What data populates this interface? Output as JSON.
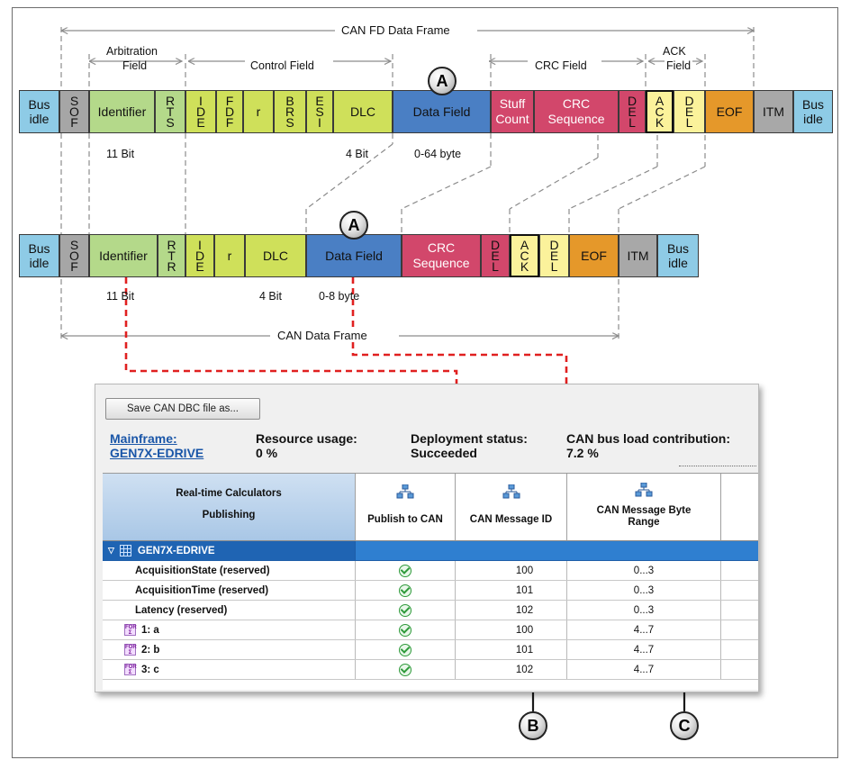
{
  "canfd": {
    "title": "CAN FD Data Frame",
    "arbitration_label": "Arbitration",
    "arbitration_label2": "Field",
    "control_label": "Control Field",
    "crc_label": "CRC Field",
    "ack_label": "ACK",
    "ack_label2": "Field",
    "bus_idle_left_1": "Bus",
    "bus_idle_left_2": "idle",
    "sof": [
      "S",
      "O",
      "F"
    ],
    "identifier": "Identifier",
    "rts": [
      "R",
      "T",
      "S"
    ],
    "ide": [
      "I",
      "D",
      "E"
    ],
    "fdf": [
      "F",
      "D",
      "F"
    ],
    "r": "r",
    "brs": [
      "B",
      "R",
      "S"
    ],
    "esi": [
      "E",
      "S",
      "I"
    ],
    "dlc": "DLC",
    "data_field": "Data Field",
    "stuff_count_1": "Stuff",
    "stuff_count_2": "Count",
    "crc_seq_1": "CRC",
    "crc_seq_2": "Sequence",
    "del": [
      "D",
      "E",
      "L"
    ],
    "ack": [
      "A",
      "C",
      "K"
    ],
    "del2": [
      "D",
      "E",
      "L"
    ],
    "eof": "EOF",
    "itm": "ITM",
    "bus_idle_right_1": "Bus",
    "bus_idle_right_2": "idle",
    "id_bits": "11 Bit",
    "dlc_bits": "4 Bit",
    "data_bytes": "0-64 byte"
  },
  "can": {
    "title": "CAN Data Frame",
    "bus_idle_left_1": "Bus",
    "bus_idle_left_2": "idle",
    "sof": [
      "S",
      "O",
      "F"
    ],
    "identifier": "Identifier",
    "rtr": [
      "R",
      "T",
      "R"
    ],
    "ide": [
      "I",
      "D",
      "E"
    ],
    "r": "r",
    "dlc": "DLC",
    "data_field": "Data Field",
    "crc_seq_1": "CRC",
    "crc_seq_2": "Sequence",
    "del": [
      "D",
      "E",
      "L"
    ],
    "ack": [
      "A",
      "C",
      "K"
    ],
    "del2": [
      "D",
      "E",
      "L"
    ],
    "eof": "EOF",
    "itm": "ITM",
    "bus_idle_right_1": "Bus",
    "bus_idle_right_2": "idle",
    "id_bits": "11 Bit",
    "dlc_bits": "4 Bit",
    "data_bytes": "0-8 byte"
  },
  "markers": {
    "a": "A",
    "b": "B",
    "c": "C"
  },
  "panel": {
    "save_button": "Save CAN DBC file as...",
    "mainframe_label": "Mainframe:",
    "mainframe_value": "GEN7X-EDRIVE",
    "resource_label": "Resource usage:",
    "resource_value": "0 %",
    "deployment_label": "Deployment status:",
    "deployment_value": "Succeeded",
    "busload_label": "CAN bus load contribution:",
    "busload_value": "7.2 %",
    "header_calc_1": "Real-time Calculators",
    "header_calc_2": "Publishing",
    "header_publish": "Publish to CAN",
    "header_msg_id": "CAN Message ID",
    "header_byte_range": "CAN Message Byte Range",
    "group_name": "GEN7X-EDRIVE",
    "rows": [
      {
        "name": "AcquisitionState (reserved)",
        "msg_id": "100",
        "range": "0...3",
        "icon": false
      },
      {
        "name": "AcquisitionTime (reserved)",
        "msg_id": "101",
        "range": "0...3",
        "icon": false
      },
      {
        "name": "Latency (reserved)",
        "msg_id": "102",
        "range": "0...3",
        "icon": false
      },
      {
        "name": "1: a",
        "msg_id": "100",
        "range": "4...7",
        "icon": true
      },
      {
        "name": "2: b",
        "msg_id": "101",
        "range": "4...7",
        "icon": true
      },
      {
        "name": "3: c",
        "msg_id": "102",
        "range": "4...7",
        "icon": true
      }
    ]
  },
  "colors": {
    "bus_idle": "#8ecbe6",
    "sof": "#a6a6a6",
    "identifier": "#b4d98a",
    "control": "#cfe05a",
    "data_field": "#4a7fc4",
    "crc": "#d2476b",
    "ack": "#fbf29b",
    "eof": "#e5982a",
    "itm": "#a8a8a8",
    "guide_line": "#8c8c8c",
    "link_line": "#e02020",
    "table_header": "#b8d2ec",
    "group_row": "#2f7fd0"
  }
}
